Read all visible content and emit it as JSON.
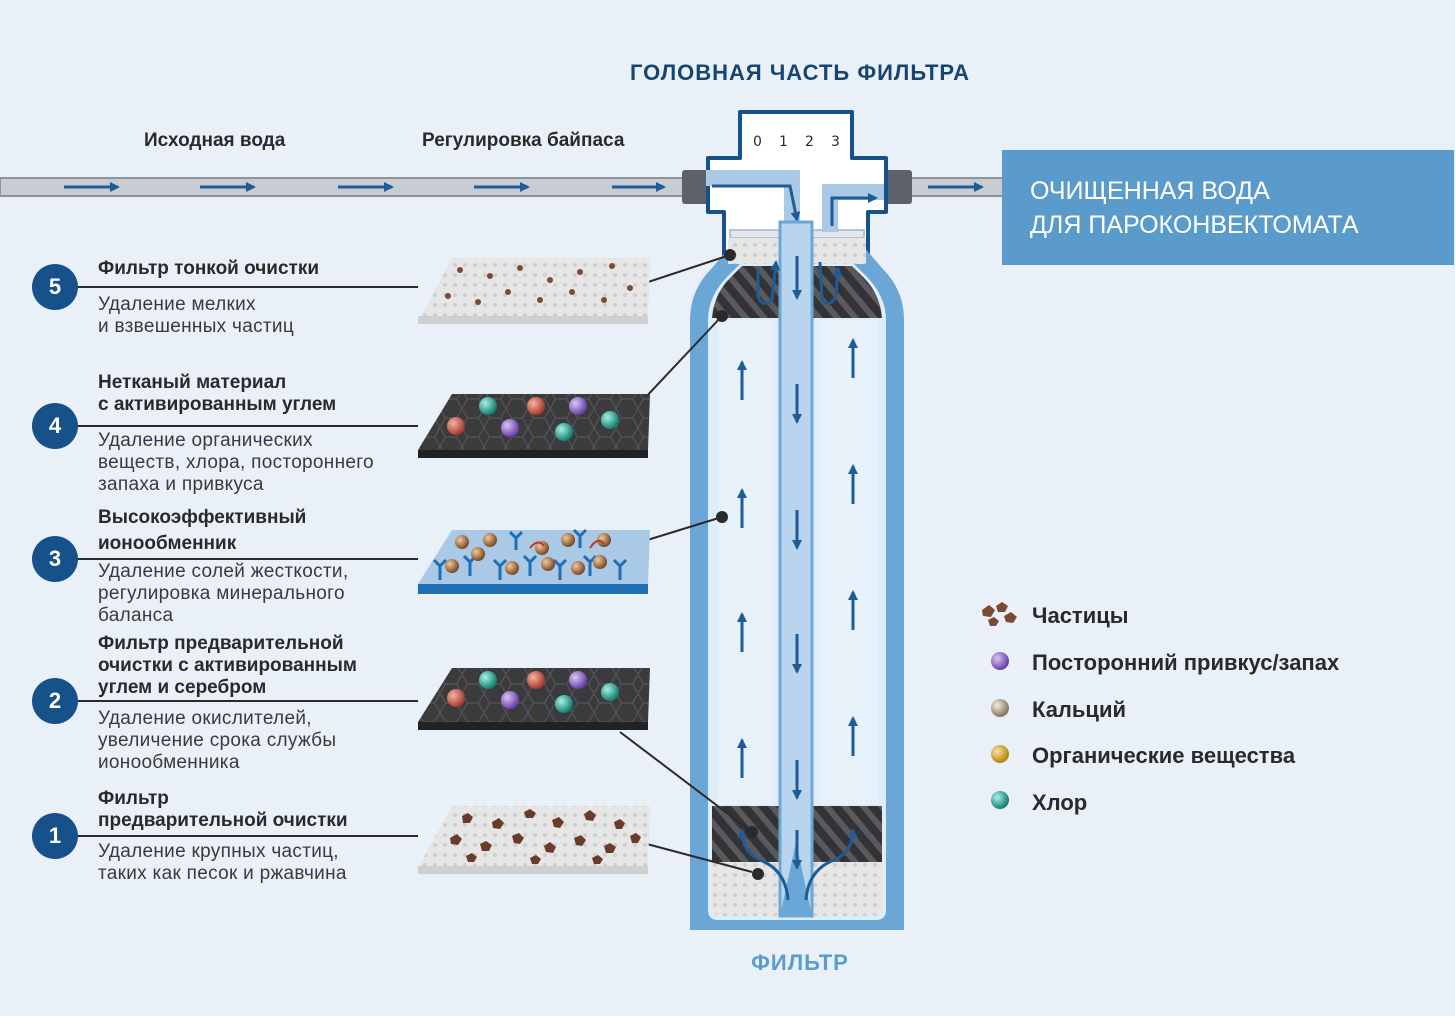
{
  "header_title": "ГОЛОВНАЯ ЧАСТЬ ФИЛЬТРА",
  "filter_label": "ФИЛЬТР",
  "pipe_labels": {
    "source": "Исходная вода",
    "bypass": "Регулировка байпаса"
  },
  "output_box": {
    "line1": "ОЧИЩЕННАЯ ВОДА",
    "line2": "ДЛЯ ПАРОКОНВЕКТОМАТА",
    "color": "#5b9bcc"
  },
  "dial_marks": [
    "0",
    "1",
    "2",
    "3"
  ],
  "stages": [
    {
      "number": "5",
      "title_lines": [
        "Фильтр тонкой очистки"
      ],
      "desc_lines": [
        "Удаление мелких",
        "и взвешенных частиц"
      ]
    },
    {
      "number": "4",
      "title_lines": [
        "Нетканый материал",
        "с активированным углем"
      ],
      "desc_lines": [
        "Удаление органических",
        "веществ, хлора, постороннего",
        "запаха и привкуса"
      ]
    },
    {
      "number": "3",
      "title_lines": [
        "Высокоэффективный",
        "ионообменник"
      ],
      "desc_lines": [
        "Удаление солей жесткости,",
        "регулировка минерального",
        "баланса"
      ]
    },
    {
      "number": "2",
      "title_lines": [
        "Фильтр предварительной",
        "очистки с активированным",
        "углем и серебром"
      ],
      "desc_lines": [
        "Удаление окислителей,",
        "увеличение срока службы",
        "ионообменника"
      ]
    },
    {
      "number": "1",
      "title_lines": [
        "Фильтр",
        "предварительной очистки"
      ],
      "desc_lines": [
        "Удаление крупных частиц,",
        "таких как песок и ржавчина"
      ]
    }
  ],
  "legend": [
    {
      "label": "Частицы",
      "icon": "particles-icon",
      "color": "#7a4a35"
    },
    {
      "label": "Посторонний привкус/запах",
      "icon": "purple-sphere-icon",
      "color": "#8a5fc0"
    },
    {
      "label": "Кальций",
      "icon": "beige-sphere-icon",
      "color": "#b8a48a"
    },
    {
      "label": "Органические вещества",
      "icon": "gold-sphere-icon",
      "color": "#d9a521"
    },
    {
      "label": "Хлор",
      "icon": "teal-sphere-icon",
      "color": "#1fa89a"
    }
  ],
  "colors": {
    "dark_blue": "#16518a",
    "housing": "#6aa6d6",
    "pipe_arrow": "#1f5c95",
    "background": "#eaf0f8"
  }
}
